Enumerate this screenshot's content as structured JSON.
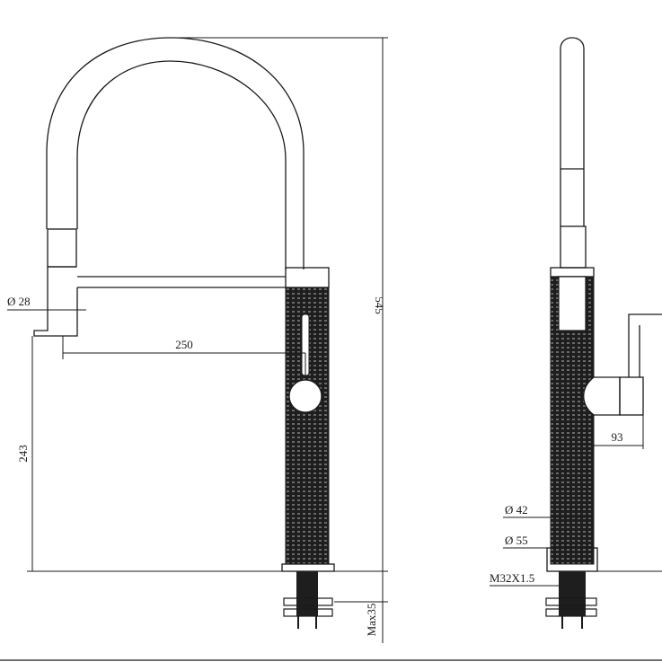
{
  "dimensions": {
    "hose_diameter": "Ø 28",
    "spout_reach": "250",
    "overall_height": "545",
    "spout_height": "243",
    "handle_projection": "93",
    "body_diameter_upper": "Ø 42",
    "body_diameter_base": "Ø 55",
    "thread": "M32X1.5",
    "max_deck": "Max35"
  },
  "colors": {
    "line": "#1a1a1a",
    "body": "#1e1e1e",
    "background": "#ffffff"
  }
}
